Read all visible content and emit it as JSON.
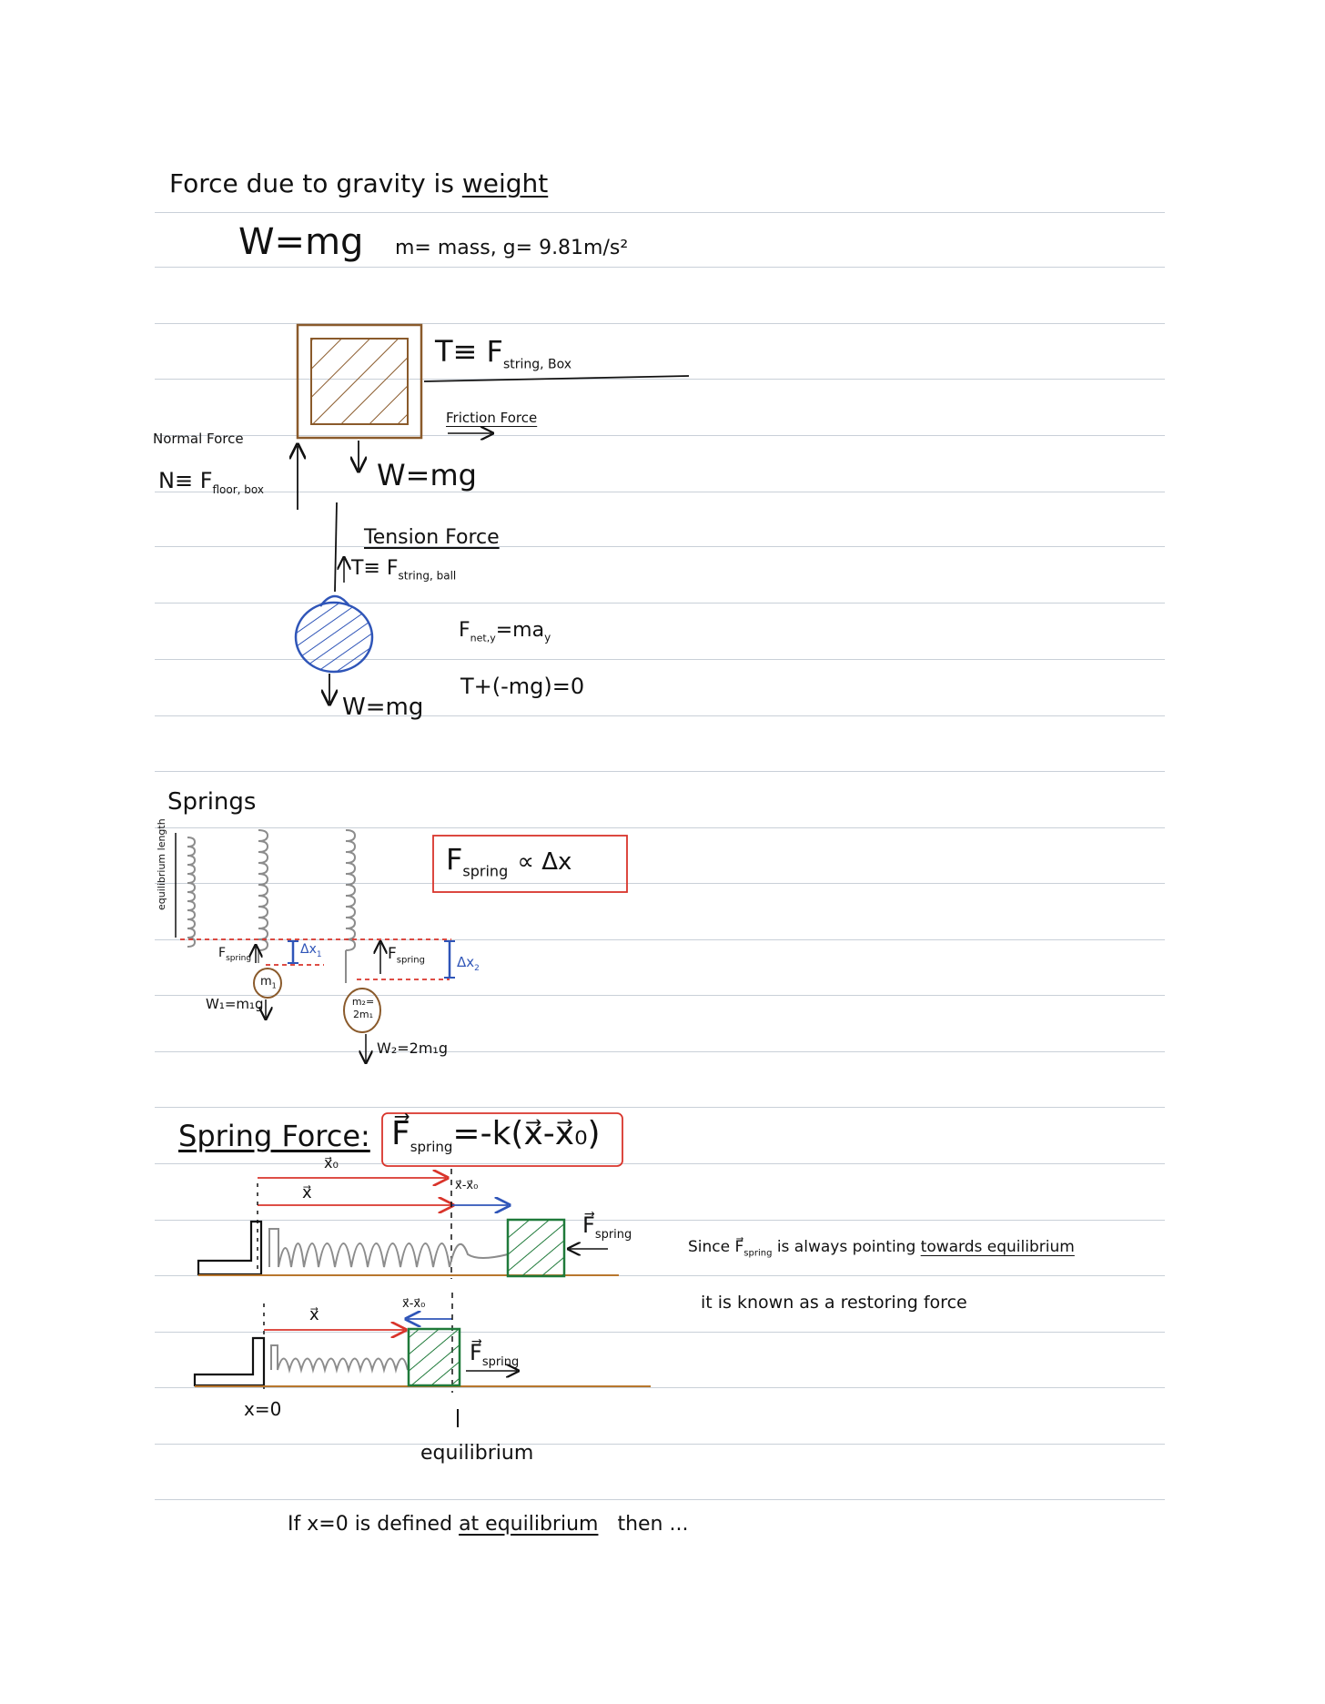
{
  "colors": {
    "ink": "#111111",
    "rule": "#c9d0d8",
    "box_brown": "#8a5a2b",
    "ball_blue": "#2f55b8",
    "red": "#d9342b",
    "green": "#1f7a3a",
    "gray_spring": "#8c8c8c",
    "ground_orange": "#b8772e"
  },
  "section1": {
    "title_prefix": "Force due to gravity is",
    "title_word": "weight",
    "formula": "W=mg",
    "definitions": "m= mass, g= 9.81m/s²"
  },
  "section2": {
    "box_tension": "T≡ F",
    "box_tension_sub": "string, Box",
    "friction": "Friction Force",
    "normal_label": "Normal Force",
    "normal_eq": "N≡ F",
    "normal_sub": "floor, box",
    "box_weight": "W=mg",
    "tension_title": "Tension Force",
    "ball_tension": "T≡ F",
    "ball_tension_sub": "string, ball",
    "net_eq": "F",
    "net_sub": "net,y",
    "net_rhs": "=ma",
    "net_rhs_sub": "y",
    "sum_eq": "T+(-mg)=0",
    "ball_weight": "W=mg"
  },
  "section3": {
    "title": "Springs",
    "equil_label": "equilibrium length",
    "f_spring_1": "F",
    "f_spring_1_sub": "spring",
    "dx1": "Δx",
    "dx1_sub": "1",
    "m1": "m",
    "m1_sub": "1",
    "w1": "W₁=m₁g",
    "f_spring_2": "F",
    "f_spring_2_sub": "spring",
    "dx2": "Δx",
    "dx2_sub": "2",
    "m2_a": "m₂=",
    "m2_b": "2m₁",
    "w2": "W₂=2m₁g",
    "prop_lhs": "F",
    "prop_sub": "spring",
    "prop_rhs": "∝ Δx"
  },
  "section4": {
    "title": "Spring Force:",
    "formula_lhs": "F⃗",
    "formula_sub": "spring",
    "formula_rhs": "=-k(x⃗-x⃗₀)",
    "top_x0": "x⃗₀",
    "top_x": "x⃗",
    "top_diff": "x⃗-x⃗₀",
    "top_fspring": "F⃗",
    "top_fspring_sub": "spring",
    "bot_x": "x⃗",
    "bot_diff": "x⃗-x⃗₀",
    "bot_fspring": "F⃗",
    "bot_fspring_sub": "spring",
    "x_zero": "x=0",
    "equilibrium": "equilibrium",
    "note_line1_a": "Since F⃗",
    "note_line1_sub": "spring",
    "note_line1_b": "is always pointing",
    "note_line1_c": "towards equilibrium",
    "note_line2_a": "it is known as a",
    "note_line2_b": "restoring",
    "note_line2_c": "force",
    "final_a": "If",
    "final_b": "x=0",
    "final_c": "is defined",
    "final_d": "at equilibrium",
    "final_e": "then ..."
  }
}
